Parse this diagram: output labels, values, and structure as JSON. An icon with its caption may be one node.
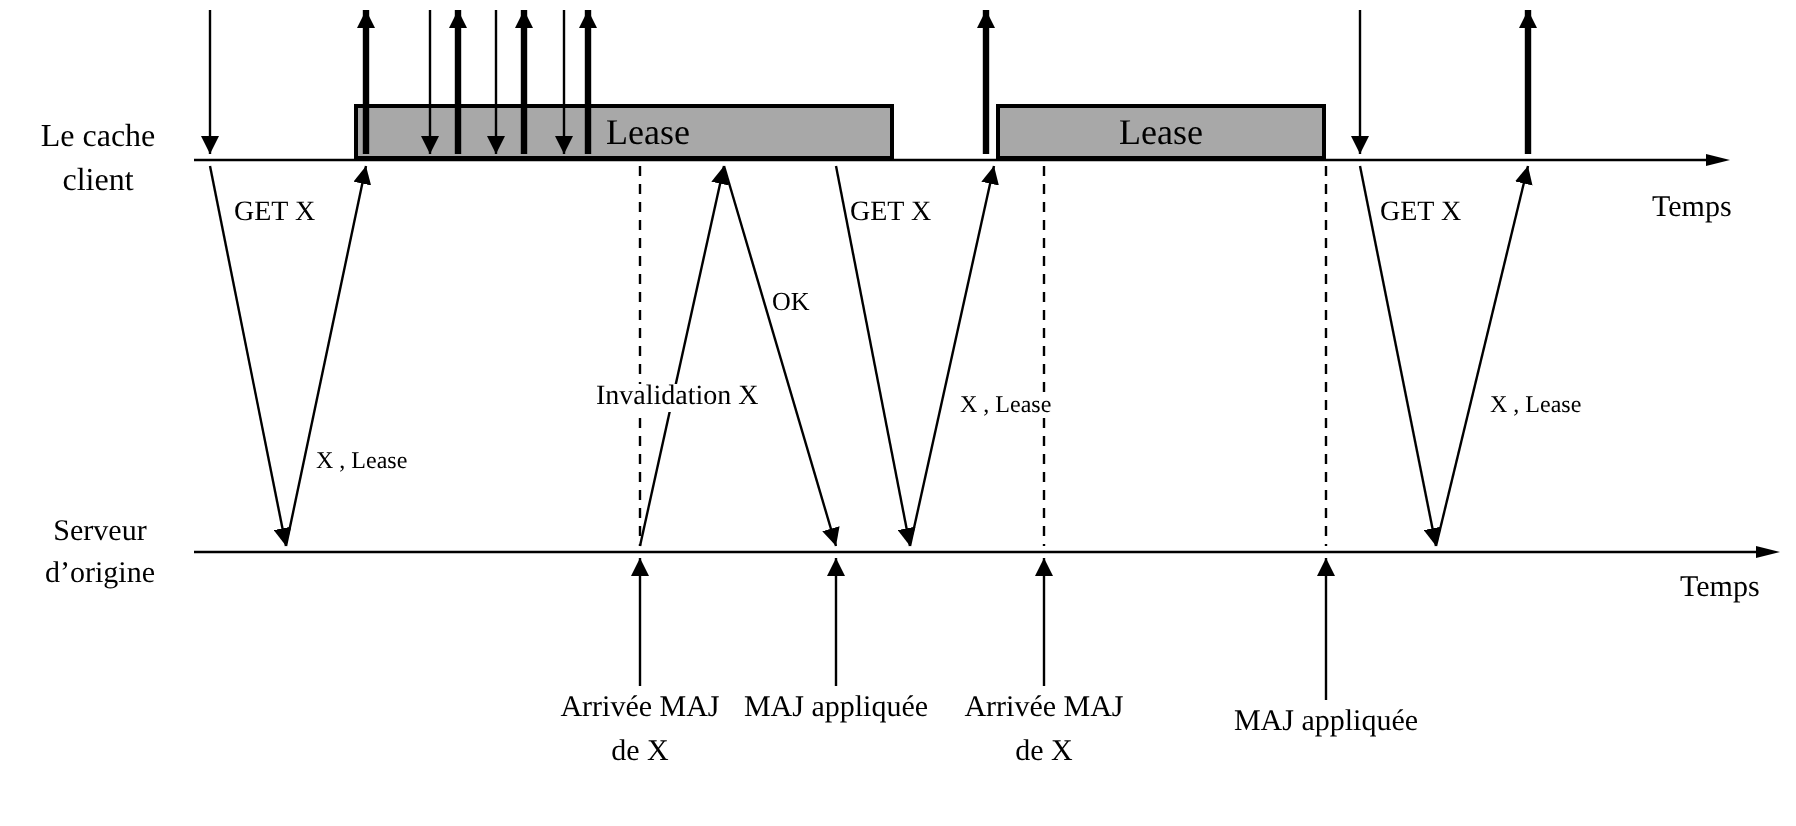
{
  "diagram": {
    "nodes": [
      {
        "text": [],
        "shape": "bar"
      },
      {
        "text": [],
        "shape": "bar"
      },
      {
        "text": [
          "Lease"
        ]
      },
      {
        "text": [
          "Lease"
        ]
      },
      {
        "text": [
          "Arrivée MAJ de X"
        ]
      },
      {
        "text": [
          "MAJ appliquée"
        ]
      },
      {
        "text": [
          "Arrivée MAJ de X"
        ]
      },
      {
        "text": [
          "MAJ appliquée"
        ]
      }
    ],
    "edges": [
      {
        "from": null,
        "to": 0,
        "arrow": "to"
      },
      {
        "from": 0,
        "to": null,
        "arrow": "to",
        "style": "thick"
      },
      {
        "from": null,
        "to": 0,
        "arrow": "to"
      },
      {
        "from": 0,
        "to": null,
        "arrow": "to",
        "style": "thick"
      },
      {
        "from": null,
        "to": 0,
        "arrow": "to"
      },
      {
        "from": 0,
        "to": null,
        "arrow": "to",
        "style": "thick"
      },
      {
        "from": null,
        "to": 0,
        "arrow": "to"
      },
      {
        "from": 0,
        "to": null,
        "arrow": "to",
        "style": "thick"
      },
      {
        "from": 0,
        "to": null,
        "arrow": "to",
        "style": "thick"
      },
      {
        "from": null,
        "to": 0,
        "arrow": "to"
      },
      {
        "from": 0,
        "to": null,
        "arrow": "to",
        "style": "thick"
      },
      {
        "from": 0,
        "to": 1,
        "arrow": "to",
        "label": "GET X"
      },
      {
        "from": 1,
        "to": 0,
        "arrow": "to",
        "label": "X , Lease"
      },
      {
        "from": 1,
        "to": 0,
        "arrow": "to",
        "label": "Invalidation X"
      },
      {
        "from": 0,
        "to": 1,
        "arrow": "to",
        "label": "OK"
      },
      {
        "from": 0,
        "to": 1,
        "arrow": "to",
        "label": "GET X"
      },
      {
        "from": 1,
        "to": 0,
        "arrow": "to",
        "label": "X , Lease"
      },
      {
        "from": 0,
        "to": 1,
        "arrow": "to",
        "label": "GET X"
      },
      {
        "from": 1,
        "to": 0,
        "arrow": "to",
        "label": "X , Lease"
      },
      {
        "from": 0,
        "to": 1,
        "arrow": "none",
        "style": "dashed"
      },
      {
        "from": 0,
        "to": 1,
        "arrow": "none",
        "style": "dashed"
      },
      {
        "from": 0,
        "to": 1,
        "arrow": "none",
        "style": "dashed"
      },
      {
        "from": 4,
        "to": 1,
        "arrow": "to"
      },
      {
        "from": 5,
        "to": 1,
        "arrow": "to"
      },
      {
        "from": 6,
        "to": 1,
        "arrow": "to"
      },
      {
        "from": 7,
        "to": 1,
        "arrow": "to"
      }
    ],
    "labels": [
      "Le cache client",
      "Temps",
      "Serveur d’origine",
      "Temps"
    ]
  }
}
